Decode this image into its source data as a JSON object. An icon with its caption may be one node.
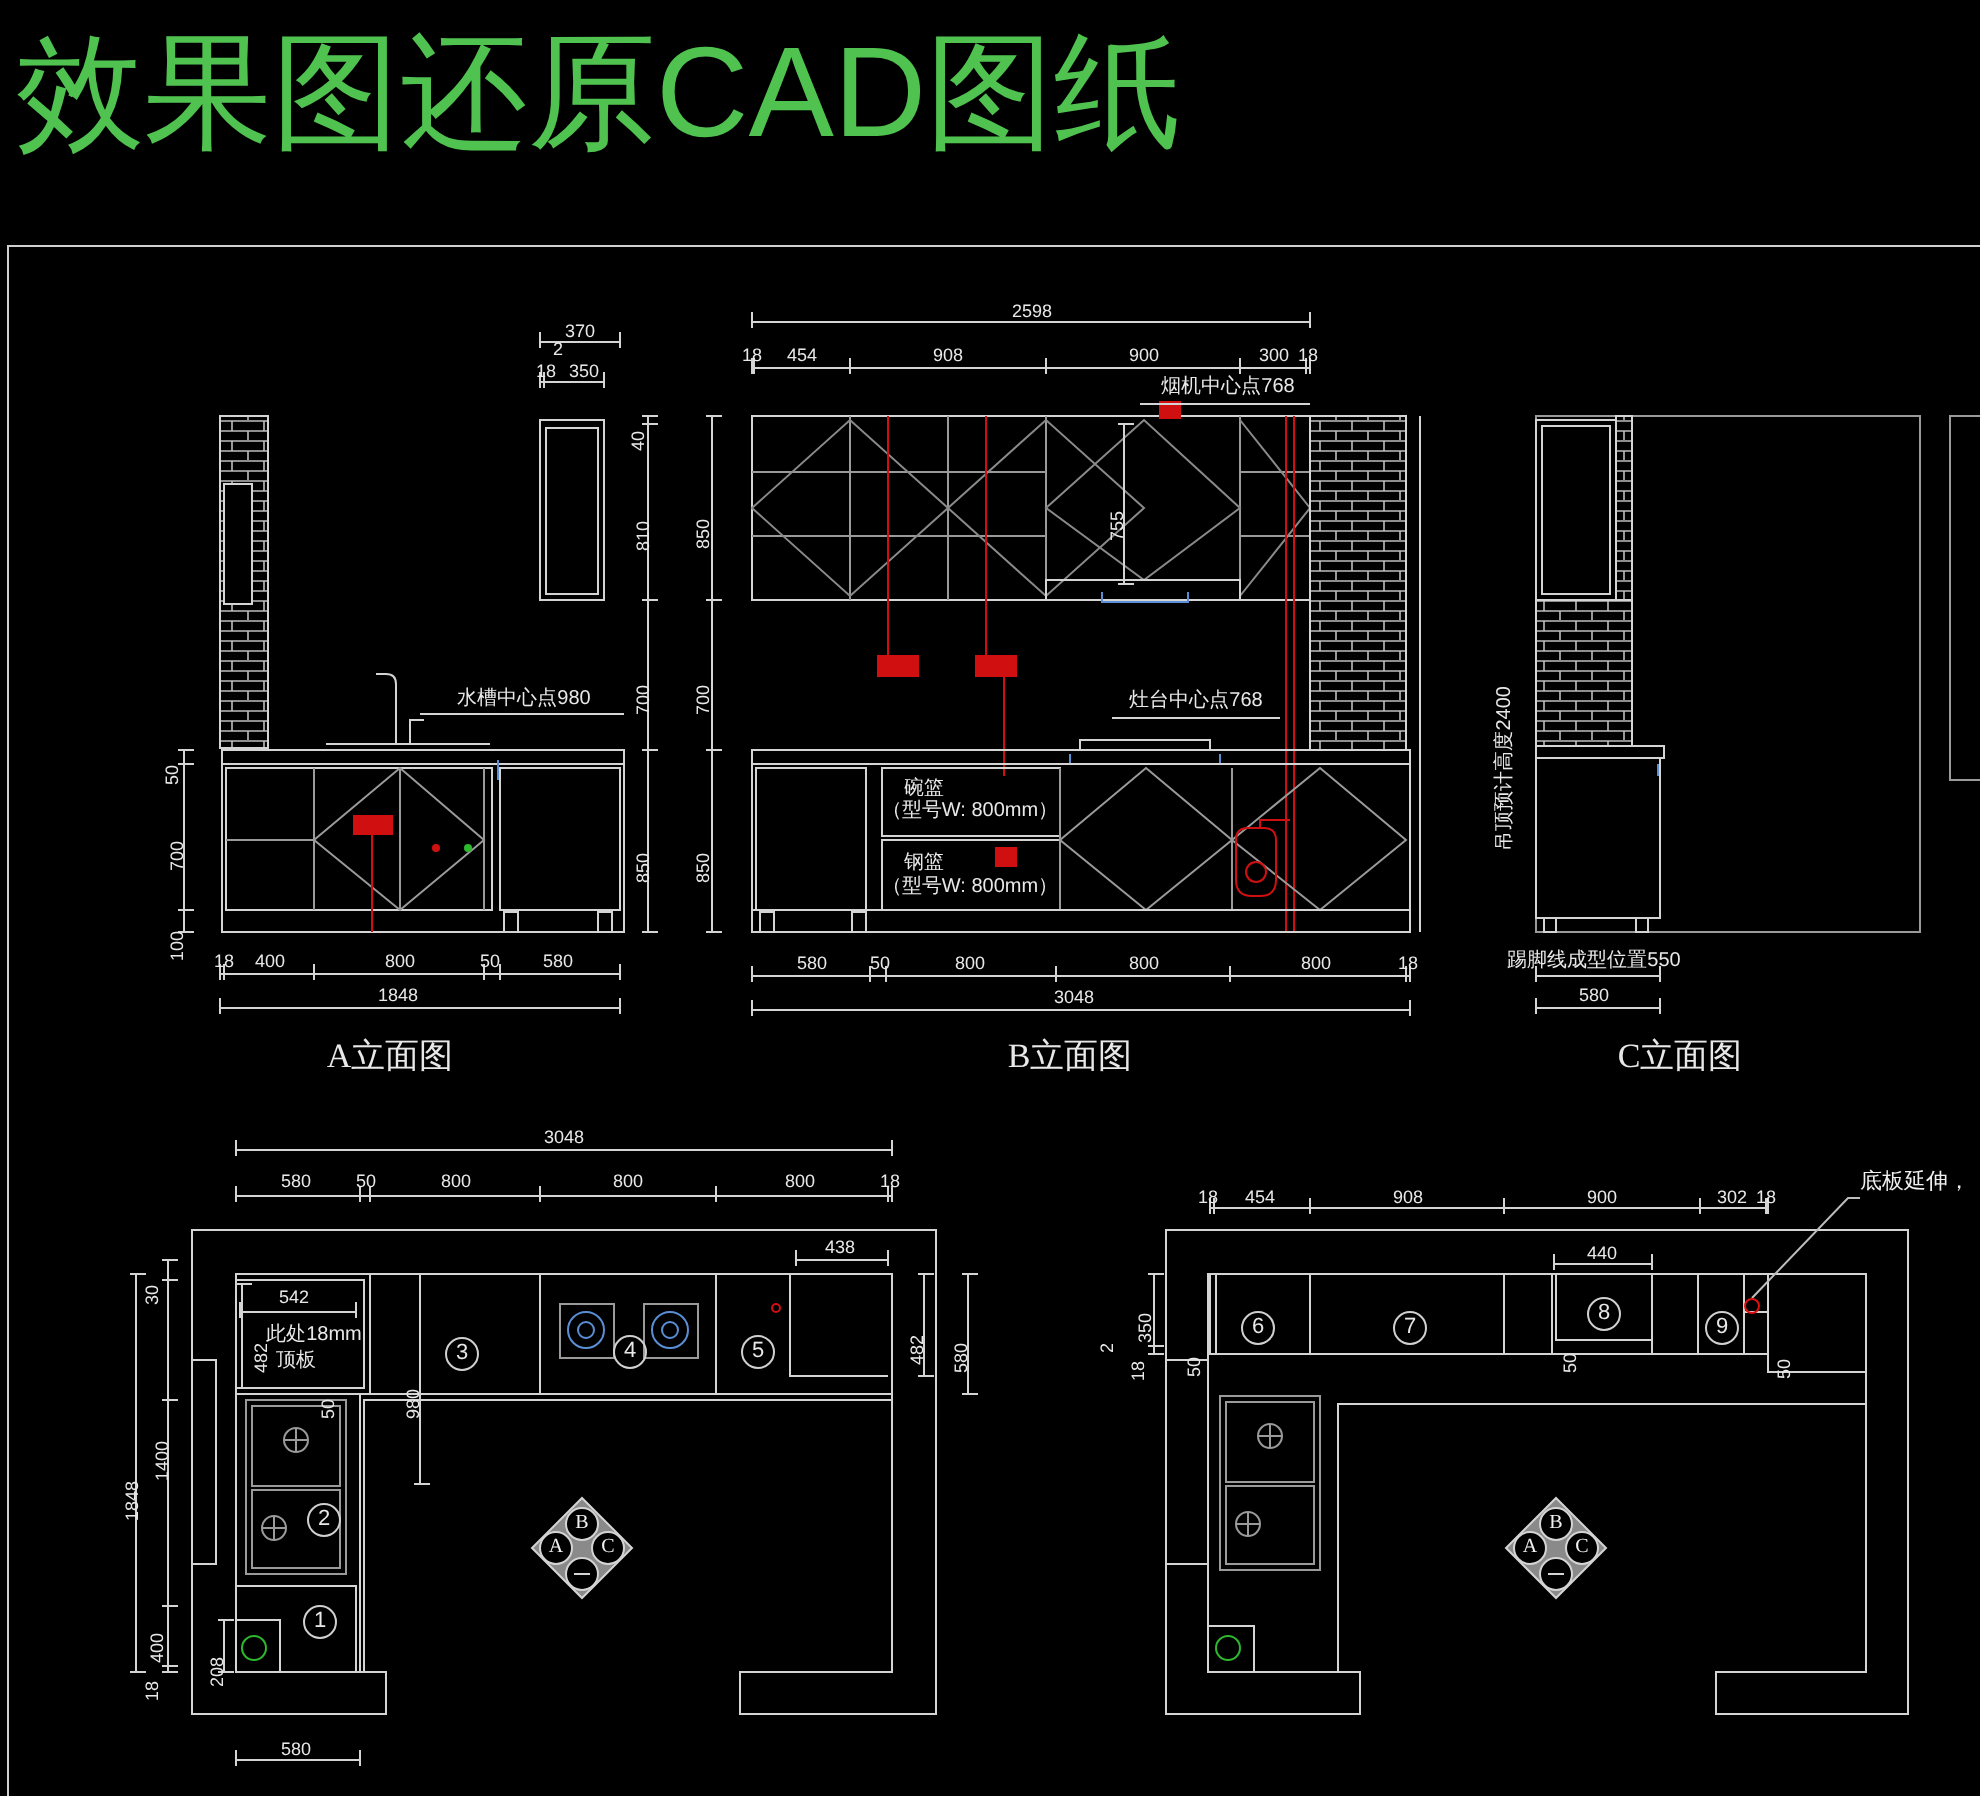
{
  "diagram": {
    "title": "效果图还原CAD图纸",
    "nodes": [
      {
        "text": [
          "底板延伸，"
        ]
      },
      {
        "text": [],
        "shape": "circle"
      }
    ],
    "edges": [
      {
        "from": 0,
        "to": 1,
        "arrow": "none"
      }
    ],
    "labels": [
      "370",
      "2",
      "18",
      "350",
      "40",
      "810",
      "水槽中心点980",
      "700",
      "50",
      "700",
      "850",
      "100",
      "18",
      "400",
      "800",
      "50",
      "580",
      "1848",
      "A立面图",
      "2598",
      "18",
      "454",
      "908",
      "900",
      "300",
      "18",
      "烟机中心点768",
      "850",
      "755",
      "700",
      "灶台中心点768",
      "吊顶预计高度2400",
      "850",
      "碗篮",
      "（型号W: 800mm）",
      "钢篮",
      "（型号W: 800mm）",
      "580",
      "50",
      "800",
      "800",
      "800",
      "18",
      "3048",
      "B立面图",
      "踢脚线成型位置550",
      "580",
      "C立面图",
      "3048",
      "580",
      "50",
      "800",
      "800",
      "800",
      "18",
      "438",
      "30",
      "542",
      "482",
      "此处18mm",
      "顶板",
      "482",
      "580",
      "3",
      "4",
      "5",
      "980",
      "50",
      "1400",
      "1848",
      "2",
      "B",
      "A",
      "C",
      "400",
      "1",
      "208",
      "18",
      "580",
      "18",
      "454",
      "908",
      "900",
      "302",
      "18",
      "440",
      "350",
      "6",
      "7",
      "8",
      "9",
      "2",
      "18",
      "50",
      "50",
      "50",
      "B",
      "A",
      "C"
    ]
  }
}
